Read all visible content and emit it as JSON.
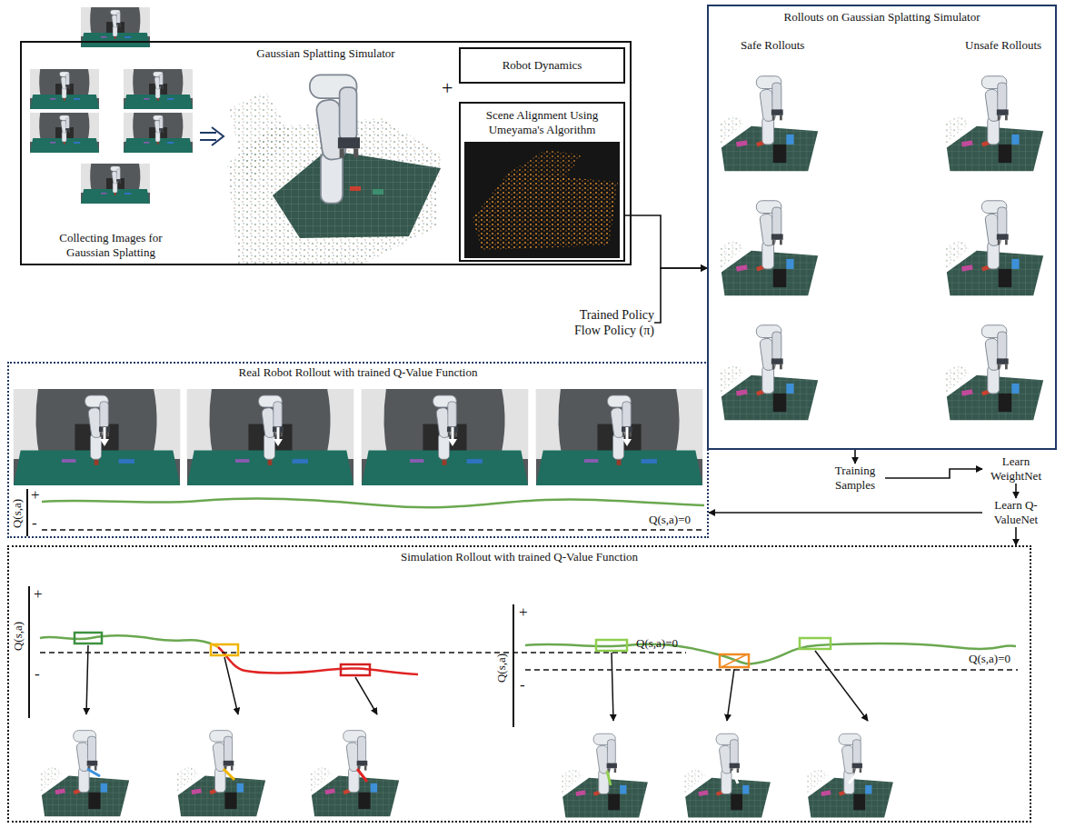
{
  "diagram": {
    "nodes": [
      {
        "text": [
          "Gaussian Splatting Simulator"
        ]
      },
      {
        "text": [
          "Robot Dynamics"
        ],
        "in": 0
      },
      {
        "text": [
          "Scene Alignment Using Umeyama's Algorithm"
        ],
        "in": 0
      },
      {
        "text": [
          "Rollouts on Gaussian Splatting Simulator"
        ]
      },
      {
        "text": [
          "Trained Policy Flow Policy (π)"
        ]
      },
      {
        "text": [
          "Real Robot Rollout with trained Q-Value Function"
        ]
      },
      {
        "text": [
          "Training Samples"
        ]
      },
      {
        "text": [
          "Learn WeightNet"
        ]
      },
      {
        "text": [
          "Learn Q-ValueNet"
        ]
      },
      {
        "text": [
          "Simulation Rollout with trained Q-Value Function"
        ]
      }
    ],
    "edges": [
      {
        "from": 2,
        "to": 3,
        "arrow": "to"
      },
      {
        "from": 4,
        "to": 3,
        "arrow": "to"
      },
      {
        "from": 3,
        "to": 6,
        "arrow": "to"
      },
      {
        "from": 6,
        "to": 7,
        "arrow": "to"
      },
      {
        "from": 7,
        "to": 8,
        "arrow": "to"
      },
      {
        "from": 8,
        "to": 5,
        "arrow": "to"
      },
      {
        "from": 8,
        "to": 9,
        "arrow": "to"
      }
    ],
    "labels": [
      "Collecting Images for Gaussian Splatting",
      "+",
      "Safe Rollouts",
      "Unsafe Rollouts",
      "+",
      "Q(s,a)",
      "-",
      "Q(s,a)=0",
      "+",
      "Q(s,a)",
      "-",
      "Q(s,a)=0",
      "+",
      "Q(s,a)",
      "-",
      "Q(s,a)=0"
    ]
  }
}
